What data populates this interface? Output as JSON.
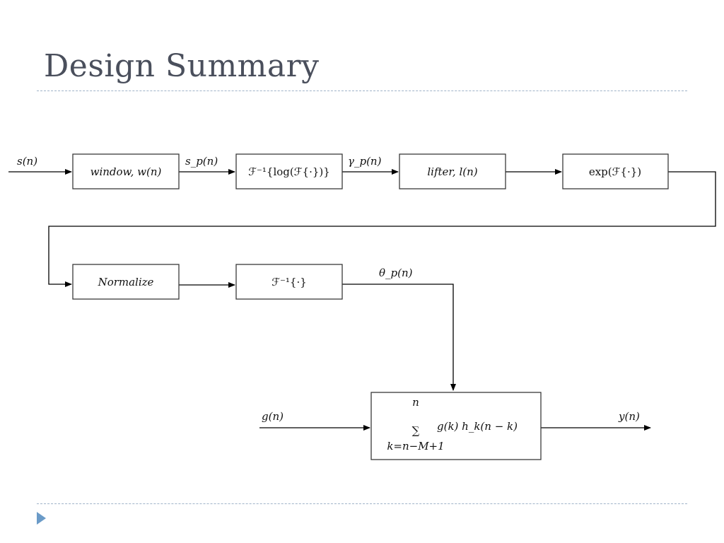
{
  "slide": {
    "title": "Design Summary"
  },
  "diagram": {
    "signals": {
      "input": "s(n)",
      "windowed": "s_p(n)",
      "cepstrum": "γ_p(n)",
      "phase": "θ_p(n)",
      "excitation": "g(n)",
      "output": "y(n)"
    },
    "blocks": {
      "window": "window, w(n)",
      "cepstrum_op": "ℱ⁻¹{log(ℱ{·})}",
      "lifter": "lifter, l(n)",
      "exp_fourier": "exp(ℱ{·})",
      "normalize": "Normalize",
      "inverse_fourier": "ℱ⁻¹{·}",
      "sum_upper": "n",
      "sum_symbol": "∑",
      "sum_lower": "k=n−M+1",
      "sum_body": "g(k) h_k(n − k)"
    }
  }
}
